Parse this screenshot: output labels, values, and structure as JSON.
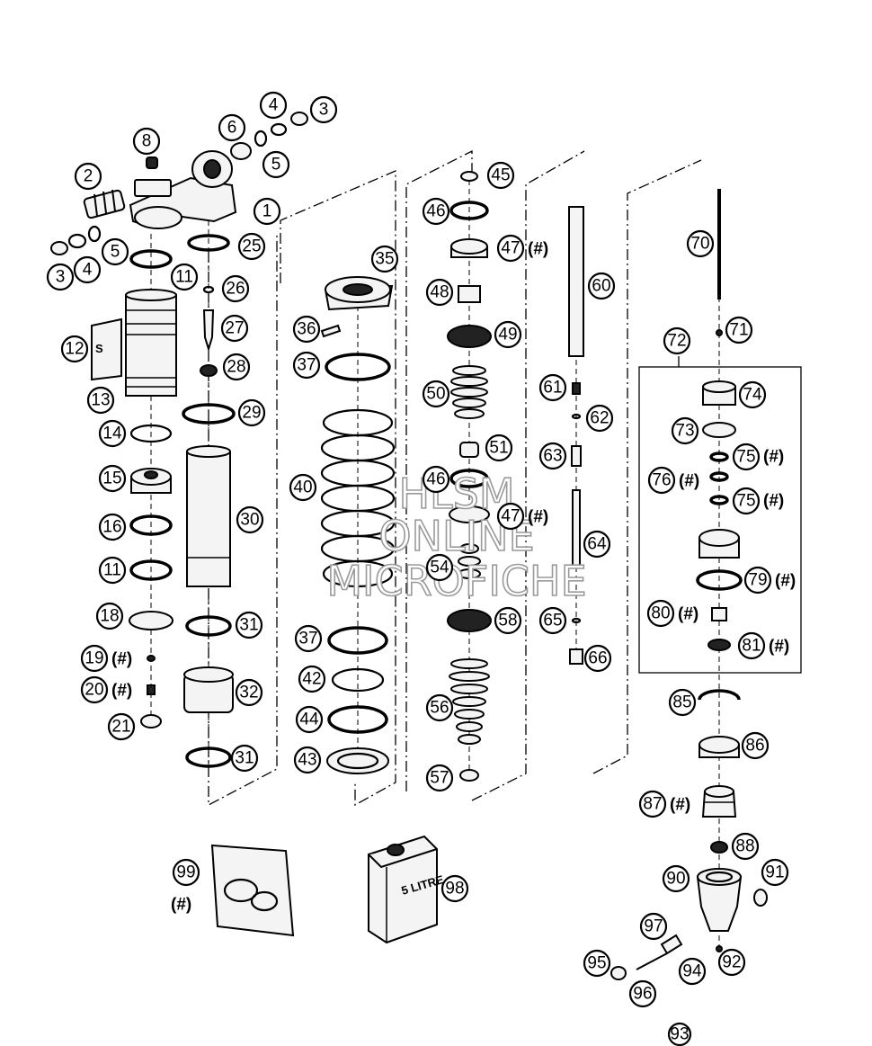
{
  "diagram": {
    "watermark": {
      "line1": "HLSM",
      "line2": "ONLINE",
      "line3": "MICROFICHE"
    },
    "marker": "(#)",
    "container_label": "5 LITRE",
    "sleeve_label": "S",
    "callouts": [
      {
        "id": "c1",
        "num": "1"
      },
      {
        "id": "c2",
        "num": "2"
      },
      {
        "id": "c3a",
        "num": "3"
      },
      {
        "id": "c3b",
        "num": "3"
      },
      {
        "id": "c4a",
        "num": "4"
      },
      {
        "id": "c4b",
        "num": "4"
      },
      {
        "id": "c5a",
        "num": "5"
      },
      {
        "id": "c5b",
        "num": "5"
      },
      {
        "id": "c6",
        "num": "6"
      },
      {
        "id": "c8",
        "num": "8"
      },
      {
        "id": "c11a",
        "num": "11"
      },
      {
        "id": "c11b",
        "num": "11"
      },
      {
        "id": "c12",
        "num": "12"
      },
      {
        "id": "c13",
        "num": "13"
      },
      {
        "id": "c14",
        "num": "14"
      },
      {
        "id": "c15",
        "num": "15"
      },
      {
        "id": "c16",
        "num": "16"
      },
      {
        "id": "c18",
        "num": "18"
      },
      {
        "id": "c19",
        "num": "19"
      },
      {
        "id": "c20",
        "num": "20"
      },
      {
        "id": "c21",
        "num": "21"
      },
      {
        "id": "c25",
        "num": "25"
      },
      {
        "id": "c26",
        "num": "26"
      },
      {
        "id": "c27",
        "num": "27"
      },
      {
        "id": "c28",
        "num": "28"
      },
      {
        "id": "c29",
        "num": "29"
      },
      {
        "id": "c30",
        "num": "30"
      },
      {
        "id": "c31a",
        "num": "31"
      },
      {
        "id": "c31b",
        "num": "31"
      },
      {
        "id": "c32",
        "num": "32"
      },
      {
        "id": "c35",
        "num": "35"
      },
      {
        "id": "c36",
        "num": "36"
      },
      {
        "id": "c37a",
        "num": "37"
      },
      {
        "id": "c37b",
        "num": "37"
      },
      {
        "id": "c40",
        "num": "40"
      },
      {
        "id": "c42",
        "num": "42"
      },
      {
        "id": "c43",
        "num": "43"
      },
      {
        "id": "c44",
        "num": "44"
      },
      {
        "id": "c45",
        "num": "45"
      },
      {
        "id": "c46a",
        "num": "46"
      },
      {
        "id": "c46b",
        "num": "46"
      },
      {
        "id": "c47a",
        "num": "47"
      },
      {
        "id": "c47b",
        "num": "47"
      },
      {
        "id": "c48",
        "num": "48"
      },
      {
        "id": "c49",
        "num": "49"
      },
      {
        "id": "c50",
        "num": "50"
      },
      {
        "id": "c51",
        "num": "51"
      },
      {
        "id": "c54",
        "num": "54"
      },
      {
        "id": "c56",
        "num": "56"
      },
      {
        "id": "c57",
        "num": "57"
      },
      {
        "id": "c58",
        "num": "58"
      },
      {
        "id": "c60",
        "num": "60"
      },
      {
        "id": "c61",
        "num": "61"
      },
      {
        "id": "c62",
        "num": "62"
      },
      {
        "id": "c63",
        "num": "63"
      },
      {
        "id": "c64",
        "num": "64"
      },
      {
        "id": "c65",
        "num": "65"
      },
      {
        "id": "c66",
        "num": "66"
      },
      {
        "id": "c70",
        "num": "70"
      },
      {
        "id": "c71",
        "num": "71"
      },
      {
        "id": "c72",
        "num": "72"
      },
      {
        "id": "c73",
        "num": "73"
      },
      {
        "id": "c74",
        "num": "74"
      },
      {
        "id": "c75a",
        "num": "75"
      },
      {
        "id": "c75b",
        "num": "75"
      },
      {
        "id": "c76",
        "num": "76"
      },
      {
        "id": "c79",
        "num": "79"
      },
      {
        "id": "c80",
        "num": "80"
      },
      {
        "id": "c81",
        "num": "81"
      },
      {
        "id": "c85",
        "num": "85"
      },
      {
        "id": "c86",
        "num": "86"
      },
      {
        "id": "c87",
        "num": "87"
      },
      {
        "id": "c88",
        "num": "88"
      },
      {
        "id": "c90",
        "num": "90"
      },
      {
        "id": "c91",
        "num": "91"
      },
      {
        "id": "c92",
        "num": "92"
      },
      {
        "id": "c93",
        "num": "93"
      },
      {
        "id": "c94",
        "num": "94"
      },
      {
        "id": "c95",
        "num": "95"
      },
      {
        "id": "c96",
        "num": "96"
      },
      {
        "id": "c97",
        "num": "97"
      },
      {
        "id": "c98",
        "num": "98"
      },
      {
        "id": "c99",
        "num": "99"
      }
    ]
  }
}
